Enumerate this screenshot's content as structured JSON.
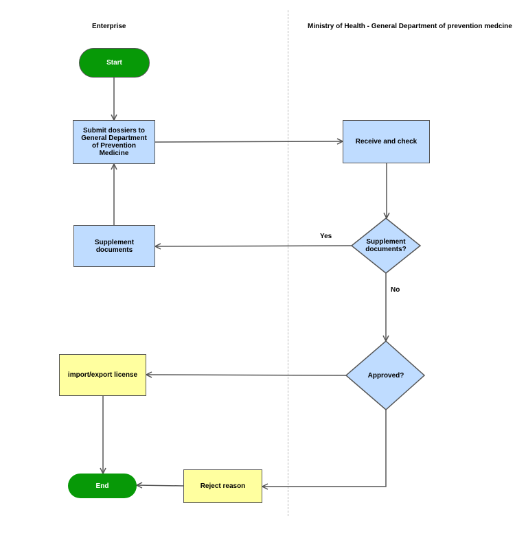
{
  "colors": {
    "terminal_fill": "#079907",
    "process_blue": "#bfdcff",
    "process_yellow": "#ffff9f",
    "decision_fill": "#bfdcff",
    "stroke": "#555555",
    "divider": "#b8b8b8"
  },
  "lanes": {
    "left": "Enterprise",
    "right": "Ministry of Health - General Department of prevention medcine"
  },
  "nodes": {
    "start": "Start",
    "submit": "Submit dossiers to General Department of Prevention Medicine",
    "receive": "Receive and check",
    "supplement_decision": "Supplement documents?",
    "supplement": "Supplement documents",
    "approved": "Approved?",
    "license": "import/export license",
    "reject": "Reject reason",
    "end": "End"
  },
  "edges": {
    "yes": "Yes",
    "no": "No"
  }
}
